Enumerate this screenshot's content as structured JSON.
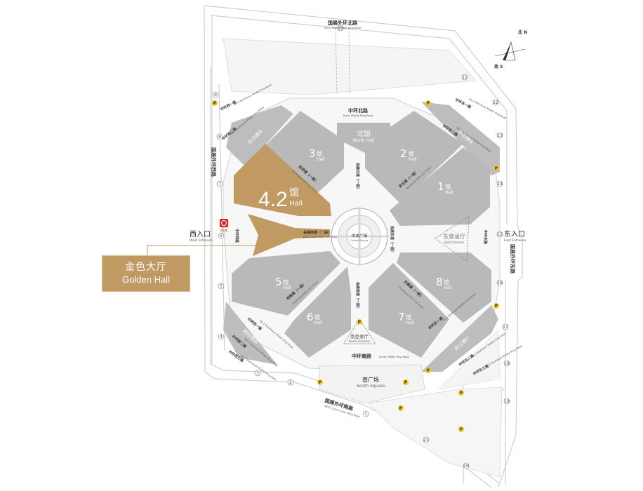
{
  "roads": {
    "north": {
      "cn": "国展外环北路",
      "en": "NECC North Outer Ring Road"
    },
    "south": {
      "cn": "国展外环南路",
      "en": "NECC South Outer Ring Road"
    },
    "west": {
      "cn": "国展外环西路"
    },
    "east": {
      "cn": "国展外环东路"
    },
    "inner_north": {
      "cn": "中环北路",
      "en": "North Middle Ring Road"
    },
    "inner_south": {
      "cn": "中环南路",
      "en": "South Middle Ring Road"
    },
    "inner_west": {
      "cn": "中环西路"
    },
    "inner_east": {
      "cn": "中环东路"
    },
    "nw_one": {
      "cn": "中环西一路",
      "en": "No.1 Northwest Middle Ring Road"
    },
    "nw_two": {
      "cn": "中环西二路",
      "en": "No.2 Northwest Middle Ring Road"
    },
    "ne_one": {
      "cn": "中环东一路",
      "en": "No.1 Northeast Middle Ring Road"
    },
    "ne_two": {
      "cn": "中环东二路",
      "en": "No.2 Northeast Middle Ring Road"
    },
    "sw_one": {
      "cn": "中环西一路",
      "en": "No.1 Southwest Middle Ring Road"
    },
    "sw_two": {
      "cn": "中环西二路",
      "en": "No.2 Southwest Middle Ring Road"
    },
    "sw_three": {
      "cn": "中环西三路",
      "en": "No.3 Southwest Middle Ring Road"
    },
    "se_one": {
      "cn": "中环东一路",
      "en": "No.1 Southeast Middle Ring Road"
    },
    "se_two": {
      "cn": "中环东二路",
      "en": "No.2 Southeast Middle Ring Road"
    },
    "se_three": {
      "cn": "中环东三路",
      "en": "No.3 Southeast Middle Ring Road"
    },
    "west_walk": {
      "cn": "会展西道（一层）",
      "en": "NECC West Path (1st Floor)"
    },
    "east_walk": {
      "cn": "会展东道（一层）"
    },
    "north_walk": {
      "cn": "会展北道（一层）"
    },
    "south_walk": {
      "cn": "会展南道（一层）"
    },
    "nw_walk": {
      "cn": "虹桥道（一层）",
      "en": "Northwest Path (1st Floor)"
    },
    "ne_walk": {
      "cn": "东北道（一层）",
      "en": "Northeast Path (1st Floor)"
    },
    "sw_walk": {
      "cn": "西南道（一层）",
      "en": "Southwest Path (1st Floor)"
    },
    "se_walk": {
      "cn": "东南道（一层）",
      "en": "Southeast Path (1st Floor)"
    }
  },
  "halls": {
    "h1": {
      "num": "1",
      "cn": "馆",
      "en": "Hall"
    },
    "h2": {
      "num": "2",
      "cn": "馆",
      "en": "Hall"
    },
    "h3": {
      "num": "3",
      "cn": "馆",
      "en": "Hall"
    },
    "h42": {
      "num": "4.2",
      "cn": "馆",
      "en": "Hall"
    },
    "h5": {
      "num": "5",
      "cn": "馆",
      "en": "Hall"
    },
    "h6": {
      "num": "6",
      "cn": "馆",
      "en": "Hall"
    },
    "h7": {
      "num": "7",
      "cn": "馆",
      "en": "Hall"
    },
    "h8": {
      "num": "8",
      "cn": "馆",
      "en": "Hall"
    },
    "north": {
      "cn": "北馆",
      "en": "North Hall"
    }
  },
  "places": {
    "central": {
      "cn": "中央广场",
      "en": "Central Square"
    },
    "east_lobby": {
      "cn": "东登录厅",
      "en": "East Entrance"
    },
    "south_lobby": {
      "cn": "南登录厅",
      "en": "South Entrance"
    },
    "south_square": {
      "cn": "南广场",
      "en": "South Square"
    },
    "office_a": {
      "cn": "办公楼A"
    },
    "office_b": {
      "cn": "办公楼B"
    },
    "office_c": {
      "cn": "办公楼C"
    },
    "hotel": {
      "cn": "洲际酒店"
    },
    "metro": {
      "cn": "2号线"
    }
  },
  "entrances": {
    "west": {
      "cn": "西入口",
      "en": "West Entrance"
    },
    "east": {
      "cn": "东入口",
      "en": "East Entrance"
    }
  },
  "golden_hall": {
    "cn": "金色大厅",
    "en": "Golden Hall"
  },
  "compass": {
    "north": "北 N",
    "south": "南 S"
  },
  "parking_symbol": "P",
  "gates": [
    "1",
    "2",
    "3",
    "4",
    "5",
    "6",
    "7",
    "8",
    "9",
    "10",
    "11",
    "12",
    "13",
    "14",
    "15",
    "16",
    "17",
    "18",
    "19",
    "20",
    "21"
  ],
  "colors": {
    "hall": "#b9b9b9",
    "golden": "#c19a63",
    "road": "#e6e6e6",
    "parking": "#f2cc1b"
  }
}
